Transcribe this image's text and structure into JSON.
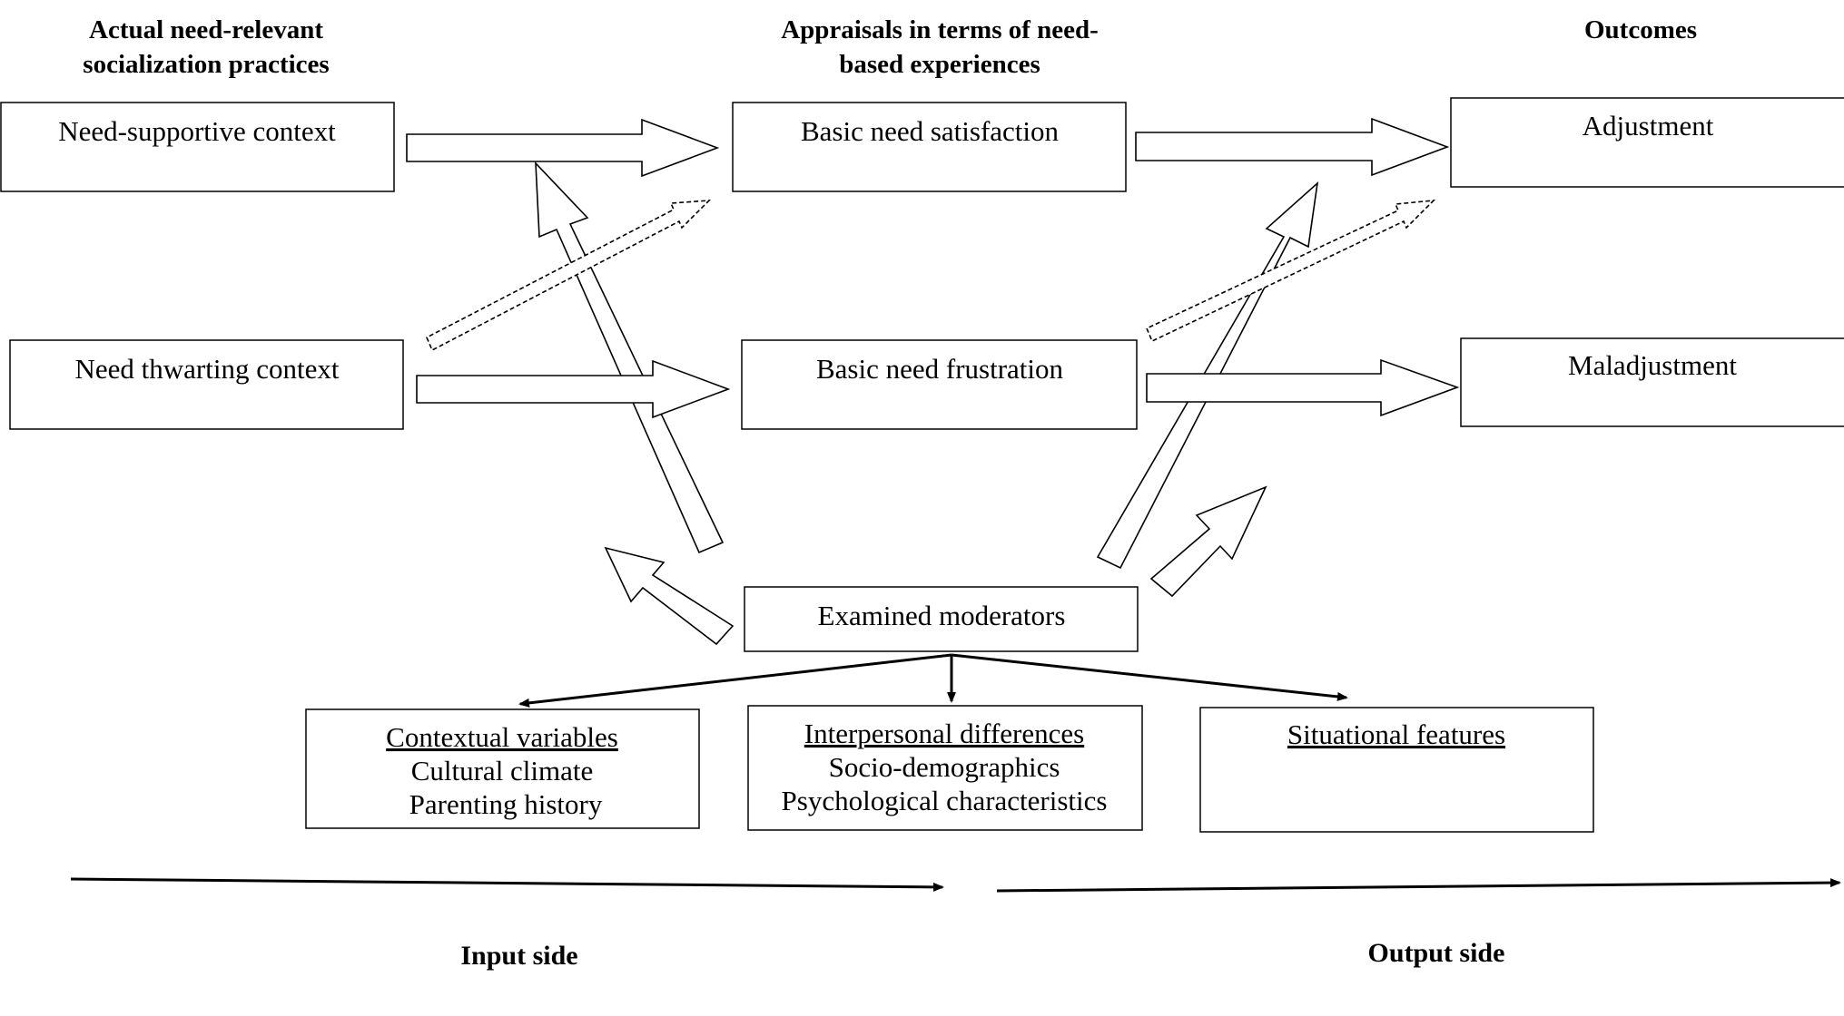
{
  "headers": {
    "input_practices": [
      "Actual need-relevant",
      "socialization practices"
    ],
    "appraisals": [
      "Appraisals in terms of need-",
      "based experiences"
    ],
    "outcomes": "Outcomes"
  },
  "boxes": {
    "need_supportive": "Need-supportive context",
    "need_thwarting": "Need thwarting context",
    "satisfaction": "Basic need satisfaction",
    "frustration": "Basic need frustration",
    "adjustment": "Adjustment",
    "maladjustment": "Maladjustment",
    "moderators": "Examined moderators"
  },
  "moderator_boxes": {
    "contextual": {
      "title": "Contextual variables",
      "items": [
        "Cultural climate",
        "Parenting history"
      ]
    },
    "interpersonal": {
      "title": "Interpersonal differences",
      "items": [
        "Socio-demographics",
        "Psychological characteristics"
      ]
    },
    "situational": {
      "title": "Situational features",
      "items": []
    }
  },
  "footer": {
    "input_side": "Input side",
    "output_side": "Output side"
  }
}
